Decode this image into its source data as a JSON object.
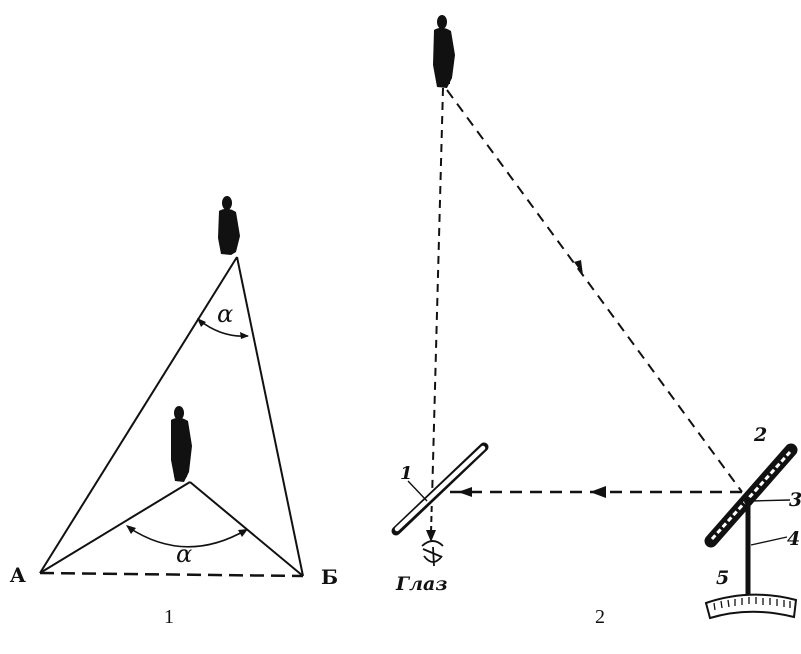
{
  "figure1": {
    "caption": "1",
    "angle_upper": "α",
    "angle_lower": "α",
    "point_a": "A",
    "point_b": "Б"
  },
  "figure2": {
    "caption": "2",
    "eye_label": "Глаз",
    "label_1": "1",
    "label_2": "2",
    "label_3": "3",
    "label_4": "4",
    "label_5": "5"
  },
  "colors": {
    "ink": "#111111",
    "background": "#ffffff"
  }
}
